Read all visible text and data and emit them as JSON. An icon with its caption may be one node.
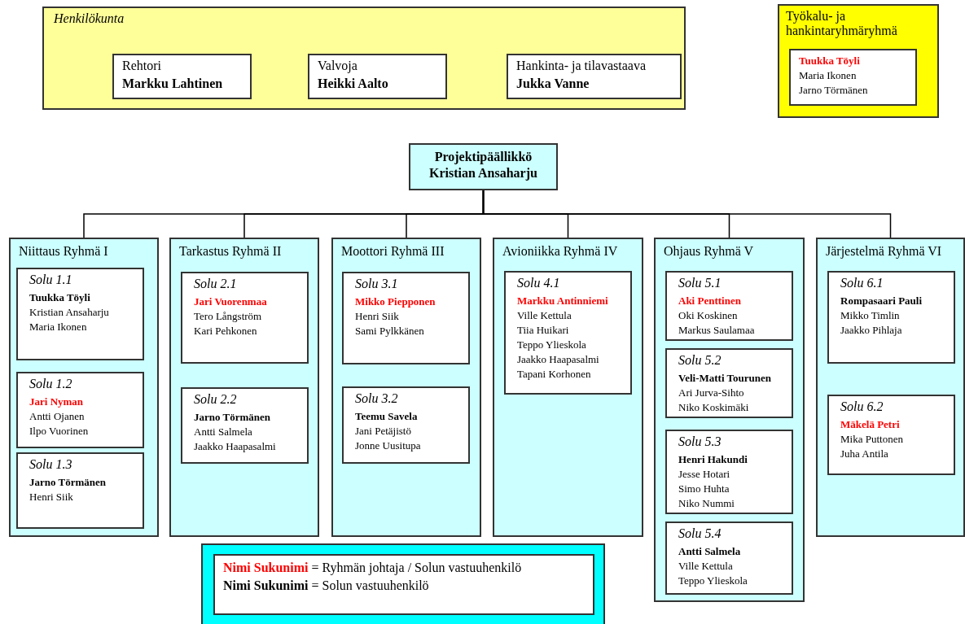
{
  "diagram": {
    "nodes": [
      {
        "text": [
          "Henkilökunta"
        ]
      },
      {
        "text": [
          "Rehtori",
          "Markku Lahtinen"
        ],
        "in": 0
      },
      {
        "text": [
          "Valvoja",
          "Heikki Aalto"
        ],
        "in": 0
      },
      {
        "text": [
          "Hankinta- ja tilavastaava",
          "Jukka Vanne"
        ],
        "in": 0
      },
      {
        "text": [
          "Työkalu- ja hankintaryhmäryhmä"
        ]
      },
      {
        "text": [
          "Tuukka Töyli",
          "Maria Ikonen",
          "Jarno Törmänen"
        ],
        "in": 4
      },
      {
        "text": [
          "Projektipäällikkö",
          "Kristian Ansaharju"
        ]
      },
      {
        "text": [
          "Niittaus Ryhmä I"
        ]
      },
      {
        "text": [
          "Solu 1.1",
          "Tuukka Töyli",
          "Kristian Ansaharju",
          "Maria Ikonen"
        ],
        "in": 7
      },
      {
        "text": [
          "Solu 1.2",
          "Jari Nyman",
          "Antti Ojanen",
          "Ilpo Vuorinen"
        ],
        "in": 7
      },
      {
        "text": [
          "Solu 1.3",
          "Jarno Törmänen",
          "Henri Siik"
        ],
        "in": 7
      },
      {
        "text": [
          "Tarkastus Ryhmä II"
        ]
      },
      {
        "text": [
          "Solu 2.1",
          "Jari Vuorenmaa",
          "Tero Långström",
          "Kari Pehkonen"
        ],
        "in": 11
      },
      {
        "text": [
          "Solu 2.2",
          "Jarno Törmänen",
          "Antti Salmela",
          "Jaakko Haapasalmi"
        ],
        "in": 11
      },
      {
        "text": [
          "Moottori Ryhmä III"
        ]
      },
      {
        "text": [
          "Solu 3.1",
          "Mikko Piepponen",
          "Henri Siik",
          "Sami Pylkkänen"
        ],
        "in": 14
      },
      {
        "text": [
          "Solu 3.2",
          "Teemu Savela",
          "Jani Petäjistö",
          "Jonne Uusitupa"
        ],
        "in": 14
      },
      {
        "text": [
          "Avioniikka Ryhmä IV"
        ]
      },
      {
        "text": [
          "Solu 4.1",
          "Markku Antinniemi",
          "Ville Kettula",
          "Tiia Huikari",
          "Teppo Ylieskola",
          "Jaakko Haapasalmi",
          "Tapani Korhonen"
        ],
        "in": 17
      },
      {
        "text": [
          "Ohjaus Ryhmä V"
        ]
      },
      {
        "text": [
          "Solu 5.1",
          "Aki Penttinen",
          "Oki Koskinen",
          "Markus Saulamaa"
        ],
        "in": 19
      },
      {
        "text": [
          "Solu 5.2",
          "Veli-Matti Tourunen",
          "Ari Jurva-Sihto",
          "Niko Koskimäki"
        ],
        "in": 19
      },
      {
        "text": [
          "Solu 5.3",
          "Henri Hakundi",
          "Jesse Hotari",
          "Simo Huhta",
          "Niko Nummi"
        ],
        "in": 19
      },
      {
        "text": [
          "Solu 5.4",
          "Antti Salmela",
          "Ville Kettula",
          "Teppo Ylieskola"
        ],
        "in": 19
      },
      {
        "text": [
          "Järjestelmä Ryhmä VI"
        ]
      },
      {
        "text": [
          "Solu 6.1",
          "Rompasaari Pauli",
          "Mikko Timlin",
          "Jaakko Pihlaja"
        ],
        "in": 24
      },
      {
        "text": [
          "Solu 6.2",
          "Mäkelä Petri",
          "Mika Puttonen",
          "Juha Antila"
        ],
        "in": 24
      }
    ],
    "edges": [
      {
        "from": 6,
        "to": 7,
        "arrow": "none"
      },
      {
        "from": 6,
        "to": 11,
        "arrow": "none"
      },
      {
        "from": 6,
        "to": 14,
        "arrow": "none"
      },
      {
        "from": 6,
        "to": 17,
        "arrow": "none"
      },
      {
        "from": 6,
        "to": 19,
        "arrow": "none"
      },
      {
        "from": 6,
        "to": 24,
        "arrow": "none"
      }
    ],
    "legend": [
      {
        "text": "**Nimi Sukunimi** = Ryhmän johtaja / Solun vastuuhenkilö",
        "color": "#ff0000"
      },
      {
        "text": "**Nimi Sukunimi** = Solun vastuuhenkilö",
        "color": "#000000"
      }
    ]
  }
}
